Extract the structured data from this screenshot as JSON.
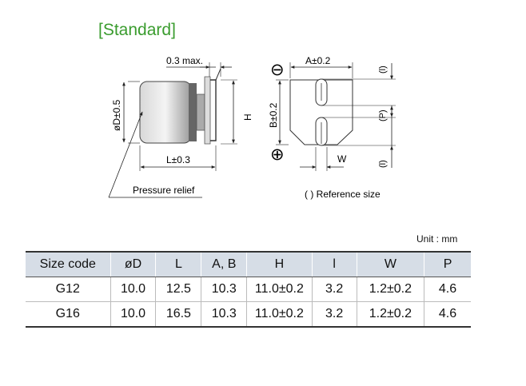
{
  "title": "[Standard]",
  "drawing": {
    "label_lead_thickness": "0.3 max.",
    "label_diameter": "øD±0.5",
    "label_height": "H",
    "label_length": "L±0.3",
    "label_pressure_relief": "Pressure relief",
    "label_a": "A±0.2",
    "label_b": "B±0.2",
    "label_w": "W",
    "label_l_top": "(l)",
    "label_p": "(P)",
    "label_l_bottom": "(l)",
    "label_reference": "( ) Reference size",
    "symbol_minus": "⊖",
    "symbol_plus": "⊕"
  },
  "unit": "Unit : mm",
  "table": {
    "headers": [
      "Size code",
      "øD",
      "L",
      "A, B",
      "H",
      "l",
      "W",
      "P"
    ],
    "rows": [
      [
        "G12",
        "10.0",
        "12.5",
        "10.3",
        "11.0±0.2",
        "3.2",
        "1.2±0.2",
        "4.6"
      ],
      [
        "G16",
        "10.0",
        "16.5",
        "10.3",
        "11.0±0.2",
        "3.2",
        "1.2±0.2",
        "4.6"
      ]
    ]
  }
}
